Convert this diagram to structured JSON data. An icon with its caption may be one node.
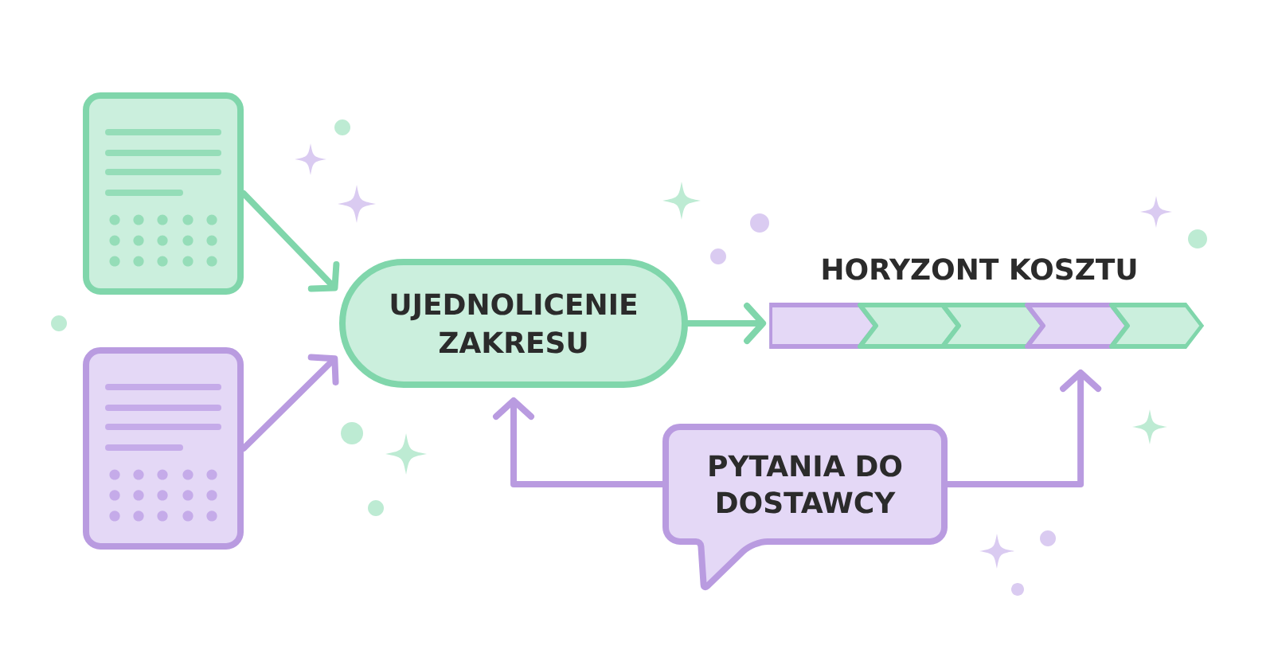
{
  "diagram": {
    "nodes": [
      {
        "text": [],
        "shape": "document"
      },
      {
        "text": [],
        "shape": "document"
      },
      {
        "text": [
          "UJEDNOLICENIE ZAKRESU"
        ]
      },
      {
        "text": [
          "HORYZONT KOSZTU"
        ]
      },
      {
        "text": [
          "PYTANIA DO DOSTAWCY"
        ]
      }
    ],
    "edges": [
      {
        "from": 0,
        "to": 2,
        "arrow": "to",
        "color": "#80d6ab"
      },
      {
        "from": 1,
        "to": 2,
        "arrow": "to"
      },
      {
        "from": 2,
        "to": 3,
        "arrow": "to",
        "color": "#80d6ab"
      },
      {
        "from": 4,
        "to": 2,
        "arrow": "to"
      },
      {
        "from": 4,
        "to": 3,
        "arrow": "to"
      }
    ]
  }
}
